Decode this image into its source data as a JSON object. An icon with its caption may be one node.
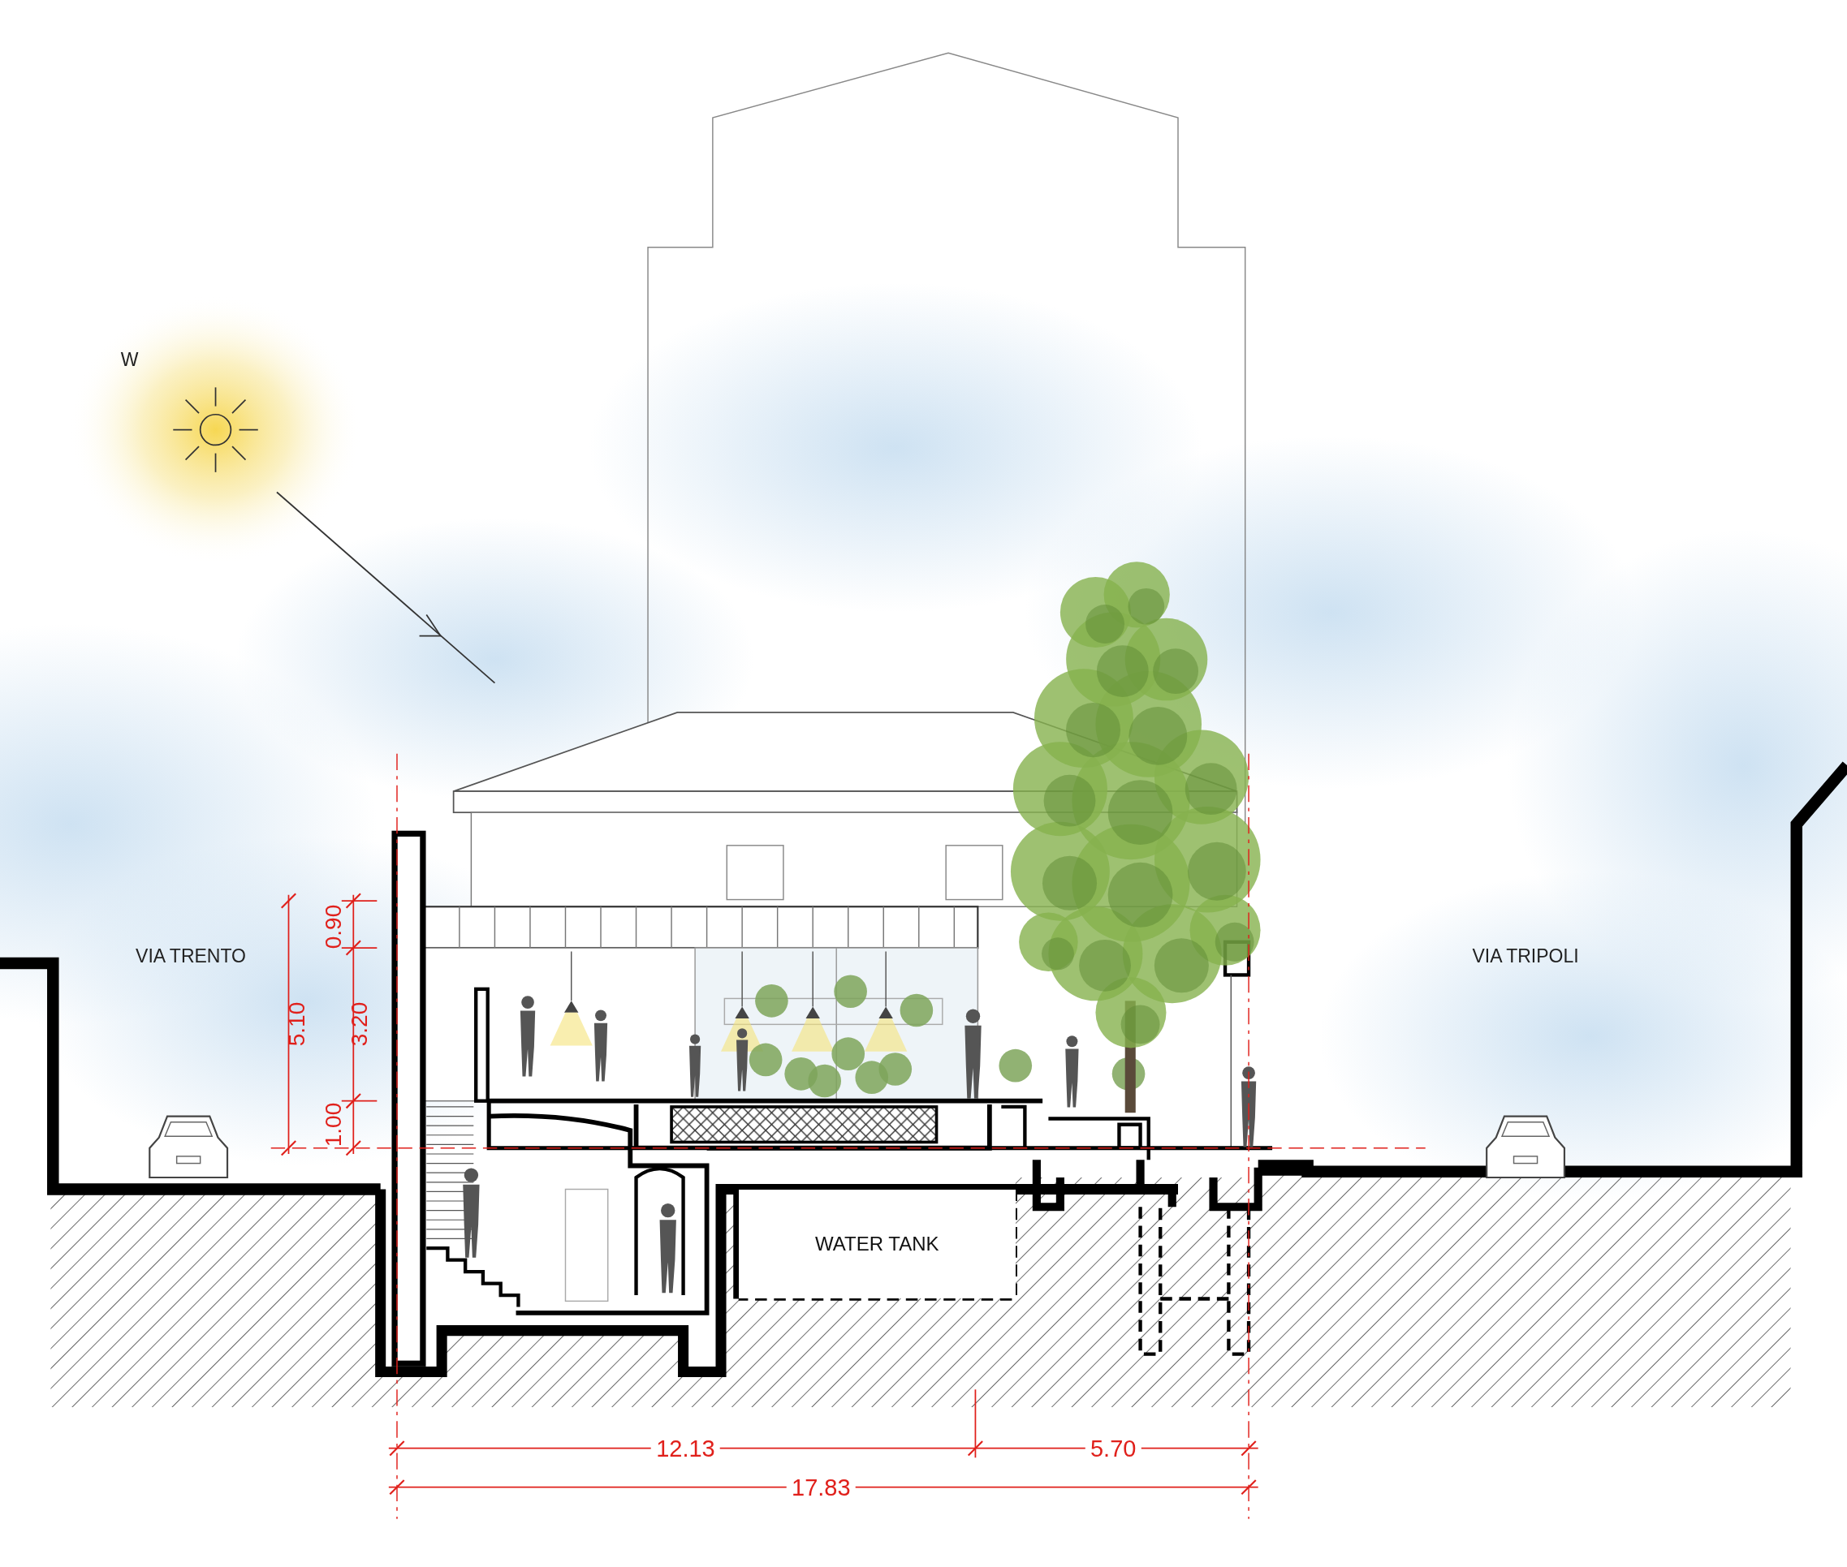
{
  "diagram": {
    "nodes": [
      {
        "text": [
          "WATER TANK"
        ]
      }
    ],
    "labels": [
      "W",
      "VIA TRENTO",
      "0.90",
      "VIA TRIPOLI",
      "5.10",
      "3.20",
      "1.00",
      "12.13",
      "5.70",
      "17.83"
    ]
  }
}
